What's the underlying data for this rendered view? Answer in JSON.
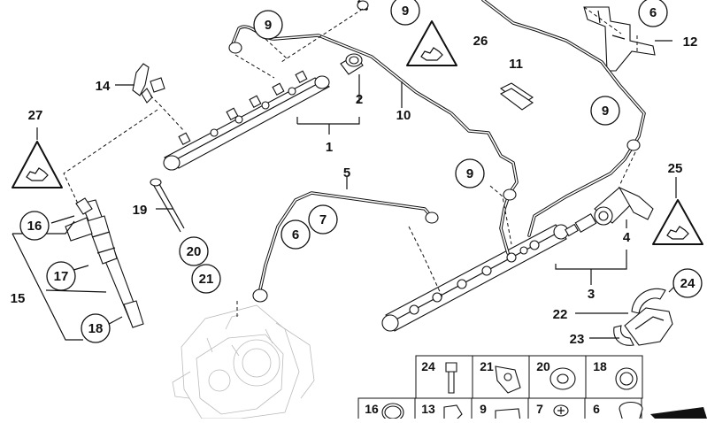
{
  "diagram": {
    "callouts": [
      {
        "key": "c9a",
        "text": "9",
        "circled": true
      },
      {
        "key": "c9b",
        "text": "9",
        "circled": true
      },
      {
        "key": "c9c",
        "text": "9",
        "circled": true
      },
      {
        "key": "c9d",
        "text": "9",
        "circled": true
      },
      {
        "key": "c6a",
        "text": "6",
        "circled": true
      },
      {
        "key": "c6b",
        "text": "6",
        "circled": true
      },
      {
        "key": "c7",
        "text": "7",
        "circled": true
      },
      {
        "key": "c16",
        "text": "16",
        "circled": true
      },
      {
        "key": "c17",
        "text": "17",
        "circled": true
      },
      {
        "key": "c18",
        "text": "18",
        "circled": true
      },
      {
        "key": "c20",
        "text": "20",
        "circled": true
      },
      {
        "key": "c21",
        "text": "21",
        "circled": true
      },
      {
        "key": "c24",
        "text": "24",
        "circled": true
      },
      {
        "key": "l26",
        "text": "26",
        "circled": false
      },
      {
        "key": "l12",
        "text": "12",
        "circled": false
      },
      {
        "key": "l11",
        "text": "11",
        "circled": false
      },
      {
        "key": "l14",
        "text": "14",
        "circled": false
      },
      {
        "key": "l2",
        "text": "2",
        "circled": false
      },
      {
        "key": "l10",
        "text": "10",
        "circled": false
      },
      {
        "key": "l1",
        "text": "1",
        "circled": false
      },
      {
        "key": "l27",
        "text": "27",
        "circled": false
      },
      {
        "key": "l5",
        "text": "5",
        "circled": false
      },
      {
        "key": "l25",
        "text": "25",
        "circled": false
      },
      {
        "key": "l19",
        "text": "19",
        "circled": false
      },
      {
        "key": "l4",
        "text": "4",
        "circled": false
      },
      {
        "key": "l15",
        "text": "15",
        "circled": false
      },
      {
        "key": "l3",
        "text": "3",
        "circled": false
      },
      {
        "key": "l22",
        "text": "22",
        "circled": false
      },
      {
        "key": "l23",
        "text": "23",
        "circled": false
      }
    ],
    "parts_grid": [
      {
        "key": "g24",
        "text": "24",
        "icon": "bolt"
      },
      {
        "key": "g21",
        "text": "21",
        "icon": "clamp"
      },
      {
        "key": "g20",
        "text": "20",
        "icon": "washer"
      },
      {
        "key": "g18",
        "text": "18",
        "icon": "ring"
      },
      {
        "key": "g16",
        "text": "16",
        "icon": "o-ring"
      },
      {
        "key": "g13",
        "text": "13",
        "icon": "nut"
      },
      {
        "key": "g9",
        "text": "9",
        "icon": "seal"
      },
      {
        "key": "g7",
        "text": "7",
        "icon": "screw"
      },
      {
        "key": "g6",
        "text": "6",
        "icon": "grommet"
      }
    ]
  }
}
